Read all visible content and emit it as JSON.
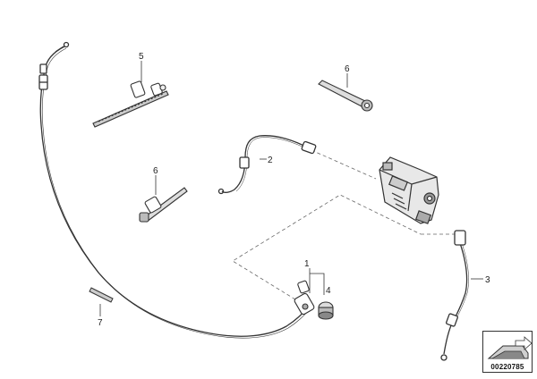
{
  "callouts": {
    "c1": "1",
    "c2": "2",
    "c3": "3",
    "c4": "4",
    "c5": "5",
    "c6a": "6",
    "c6b": "6",
    "c7": "7"
  },
  "reference": {
    "doc_number": "00220785",
    "icon": "car-section-icon"
  },
  "colors": {
    "line": "#333333",
    "dash": "#666666",
    "background": "#ffffff"
  }
}
